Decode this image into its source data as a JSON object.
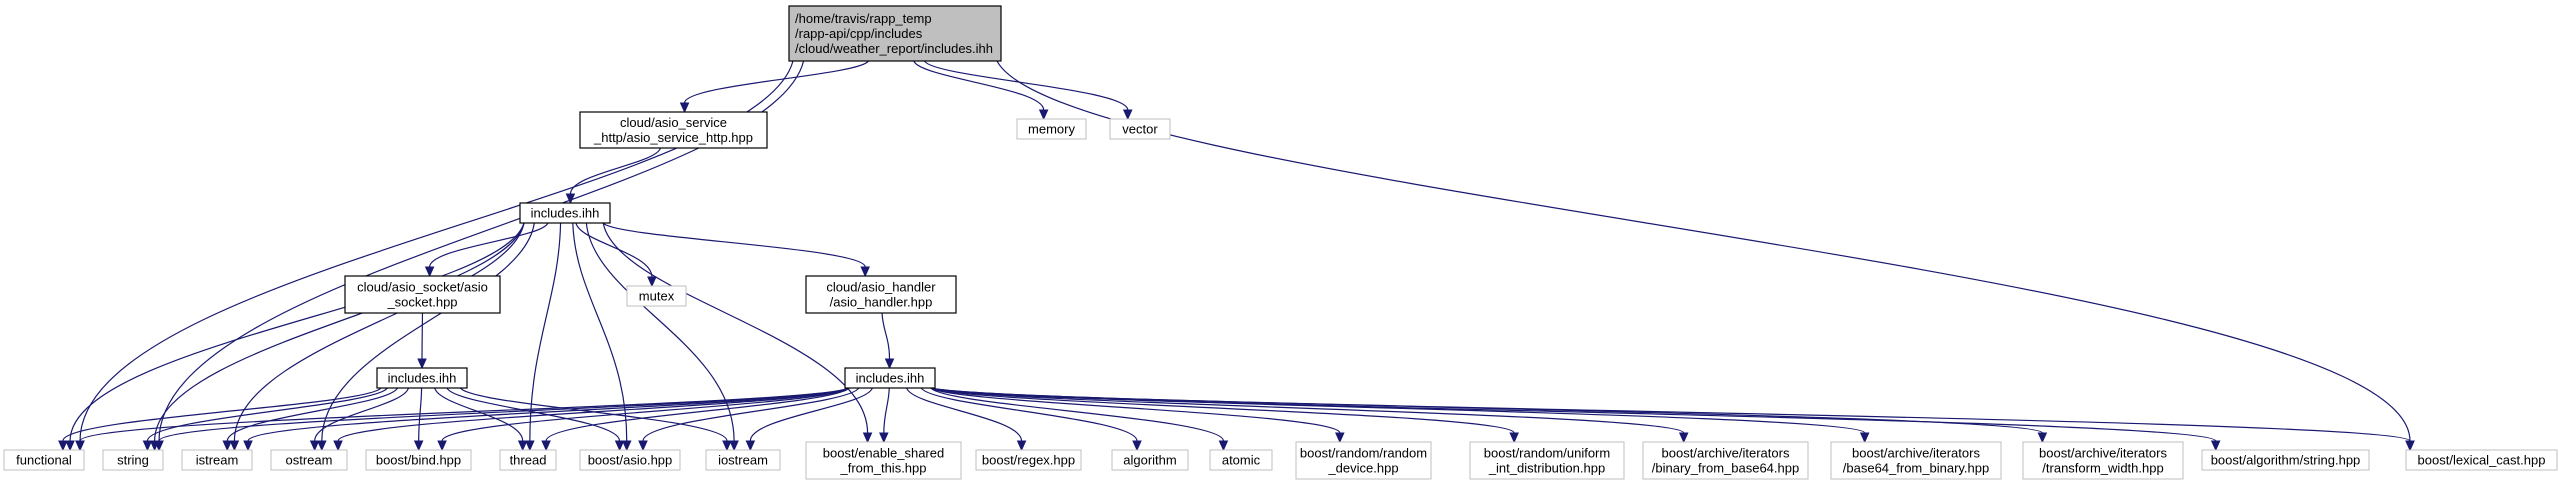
{
  "graph": {
    "nodes": [
      {
        "id": "root",
        "lines": [
          "/home/travis/rapp_temp",
          "/rapp-api/cpp/includes",
          "/cloud/weather_report/includes.ihh"
        ],
        "kind": "root"
      },
      {
        "id": "asio_service",
        "lines": [
          "cloud/asio_service",
          "_http/asio_service_http.hpp"
        ],
        "kind": "file"
      },
      {
        "id": "memory",
        "lines": [
          "memory"
        ],
        "kind": "ext"
      },
      {
        "id": "vector",
        "lines": [
          "vector"
        ],
        "kind": "ext"
      },
      {
        "id": "inc_a",
        "lines": [
          "includes.ihh"
        ],
        "kind": "file"
      },
      {
        "id": "asio_socket",
        "lines": [
          "cloud/asio_socket/asio",
          "_socket.hpp"
        ],
        "kind": "file"
      },
      {
        "id": "mutex",
        "lines": [
          "mutex"
        ],
        "kind": "ext"
      },
      {
        "id": "asio_handler",
        "lines": [
          "cloud/asio_handler",
          "/asio_handler.hpp"
        ],
        "kind": "file"
      },
      {
        "id": "inc_b",
        "lines": [
          "includes.ihh"
        ],
        "kind": "file"
      },
      {
        "id": "inc_c",
        "lines": [
          "includes.ihh"
        ],
        "kind": "file"
      },
      {
        "id": "functional",
        "lines": [
          "functional"
        ],
        "kind": "ext"
      },
      {
        "id": "string",
        "lines": [
          "string"
        ],
        "kind": "ext"
      },
      {
        "id": "istream",
        "lines": [
          "istream"
        ],
        "kind": "ext"
      },
      {
        "id": "ostream",
        "lines": [
          "ostream"
        ],
        "kind": "ext"
      },
      {
        "id": "bind",
        "lines": [
          "boost/bind.hpp"
        ],
        "kind": "ext"
      },
      {
        "id": "thread",
        "lines": [
          "thread"
        ],
        "kind": "ext"
      },
      {
        "id": "asio",
        "lines": [
          "boost/asio.hpp"
        ],
        "kind": "ext"
      },
      {
        "id": "iostream",
        "lines": [
          "iostream"
        ],
        "kind": "ext"
      },
      {
        "id": "enable_shared",
        "lines": [
          "boost/enable_shared",
          "_from_this.hpp"
        ],
        "kind": "ext"
      },
      {
        "id": "regex",
        "lines": [
          "boost/regex.hpp"
        ],
        "kind": "ext"
      },
      {
        "id": "algorithm",
        "lines": [
          "algorithm"
        ],
        "kind": "ext"
      },
      {
        "id": "atomic",
        "lines": [
          "atomic"
        ],
        "kind": "ext"
      },
      {
        "id": "random_device",
        "lines": [
          "boost/random/random",
          "_device.hpp"
        ],
        "kind": "ext"
      },
      {
        "id": "uniform_int",
        "lines": [
          "boost/random/uniform",
          "_int_distribution.hpp"
        ],
        "kind": "ext"
      },
      {
        "id": "binary_from_base64",
        "lines": [
          "boost/archive/iterators",
          "/binary_from_base64.hpp"
        ],
        "kind": "ext"
      },
      {
        "id": "base64_from_binary",
        "lines": [
          "boost/archive/iterators",
          "/base64_from_binary.hpp"
        ],
        "kind": "ext"
      },
      {
        "id": "transform_width",
        "lines": [
          "boost/archive/iterators",
          "/transform_width.hpp"
        ],
        "kind": "ext"
      },
      {
        "id": "algo_string",
        "lines": [
          "boost/algorithm/string.hpp"
        ],
        "kind": "ext"
      },
      {
        "id": "lexical_cast",
        "lines": [
          "boost/lexical_cast.hpp"
        ],
        "kind": "ext"
      }
    ],
    "edges": [
      [
        "root",
        "asio_service"
      ],
      [
        "root",
        "memory"
      ],
      [
        "root",
        "vector"
      ],
      [
        "root",
        "functional"
      ],
      [
        "root",
        "string"
      ],
      [
        "root",
        "lexical_cast"
      ],
      [
        "asio_service",
        "inc_a"
      ],
      [
        "inc_a",
        "asio_socket"
      ],
      [
        "inc_a",
        "mutex"
      ],
      [
        "inc_a",
        "asio_handler"
      ],
      [
        "inc_a",
        "functional"
      ],
      [
        "inc_a",
        "string"
      ],
      [
        "inc_a",
        "istream"
      ],
      [
        "inc_a",
        "ostream"
      ],
      [
        "inc_a",
        "thread"
      ],
      [
        "inc_a",
        "asio"
      ],
      [
        "inc_a",
        "iostream"
      ],
      [
        "inc_a",
        "enable_shared"
      ],
      [
        "asio_socket",
        "inc_b"
      ],
      [
        "inc_b",
        "functional"
      ],
      [
        "inc_b",
        "string"
      ],
      [
        "inc_b",
        "istream"
      ],
      [
        "inc_b",
        "ostream"
      ],
      [
        "inc_b",
        "bind"
      ],
      [
        "inc_b",
        "thread"
      ],
      [
        "inc_b",
        "asio"
      ],
      [
        "inc_b",
        "iostream"
      ],
      [
        "asio_handler",
        "inc_c"
      ],
      [
        "inc_c",
        "functional"
      ],
      [
        "inc_c",
        "string"
      ],
      [
        "inc_c",
        "istream"
      ],
      [
        "inc_c",
        "ostream"
      ],
      [
        "inc_c",
        "bind"
      ],
      [
        "inc_c",
        "thread"
      ],
      [
        "inc_c",
        "asio"
      ],
      [
        "inc_c",
        "iostream"
      ],
      [
        "inc_c",
        "enable_shared"
      ],
      [
        "inc_c",
        "regex"
      ],
      [
        "inc_c",
        "algorithm"
      ],
      [
        "inc_c",
        "atomic"
      ],
      [
        "inc_c",
        "random_device"
      ],
      [
        "inc_c",
        "uniform_int"
      ],
      [
        "inc_c",
        "binary_from_base64"
      ],
      [
        "inc_c",
        "base64_from_binary"
      ],
      [
        "inc_c",
        "transform_width"
      ],
      [
        "inc_c",
        "algo_string"
      ],
      [
        "inc_c",
        "lexical_cast"
      ]
    ]
  },
  "colors": {
    "edge": "#191970",
    "root_fill": "#bfbfbf",
    "ext_border": "#bfbfbf",
    "node_border": "#000000"
  }
}
